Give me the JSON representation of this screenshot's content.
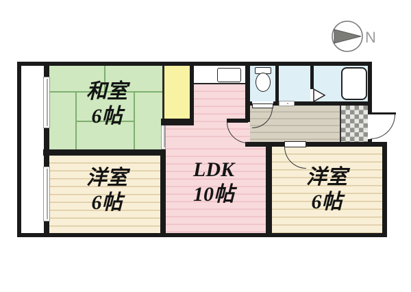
{
  "title": "apartment-floor-plan",
  "compass": {
    "north_label": "N"
  },
  "rooms": {
    "washitsu": {
      "label": "和室",
      "size": "6帖"
    },
    "youshitsu_left": {
      "label": "洋室",
      "size": "6帖"
    },
    "ldk": {
      "label": "LDK",
      "size": "10帖"
    },
    "youshitsu_right": {
      "label": "洋室",
      "size": "6帖"
    }
  },
  "features": {
    "balcony": "バルコニー(無記名)",
    "closet": "押入",
    "toilet": "トイレ",
    "washroom": "洗面所",
    "bathroom": "浴室",
    "kitchen_sink": "流し台",
    "genkan": "玄関"
  },
  "colors": {
    "wall": "#1a1a1a",
    "tatami": "#cfe8bf",
    "tatami_line": "#7fae6f",
    "closet": "#f8f3a2",
    "pink": "#f8d9dc",
    "pink_line": "#edbfc4",
    "beige": "#f8efd6",
    "beige_line": "#dcc9a0",
    "blue": "#def0f6",
    "hall": "#d7d1c2",
    "hall_line": "#bab4a4",
    "tile_dark": "#91918d",
    "tile_light": "#e8e8e2",
    "text": "#141414",
    "compass": "#7b7b78",
    "north": "#9a9a9a"
  }
}
